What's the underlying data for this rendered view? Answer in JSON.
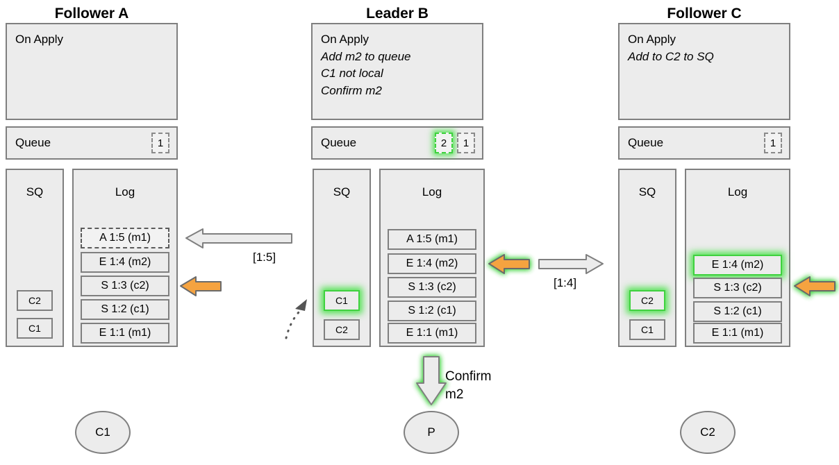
{
  "diagram": {
    "title_note": "Raft-style replication state diagram",
    "columns": [
      {
        "id": "follower-a",
        "title": "Follower A",
        "on_apply": {
          "header": "On Apply",
          "lines": []
        },
        "queue": {
          "label": "Queue",
          "slots": [
            {
              "value": "1",
              "highlight": false,
              "dashed": true
            }
          ]
        },
        "sq": {
          "label": "SQ",
          "items": [
            {
              "value": "C2",
              "highlight": false
            },
            {
              "value": "C1",
              "highlight": false
            }
          ]
        },
        "log": {
          "label": "Log",
          "entries": [
            {
              "value": "A 1:5 (m1)",
              "dashed": true,
              "highlight": false
            },
            {
              "value": "E 1:4 (m2)",
              "dashed": false,
              "highlight": false
            },
            {
              "value": "S 1:3 (c2)",
              "dashed": false,
              "highlight": false
            },
            {
              "value": "S 1:2 (c1)",
              "dashed": false,
              "highlight": false
            },
            {
              "value": "E 1:1 (m1)",
              "dashed": false,
              "highlight": false
            }
          ]
        },
        "client": "C1"
      },
      {
        "id": "leader-b",
        "title": "Leader B",
        "on_apply": {
          "header": "On Apply",
          "lines": [
            "Add m2 to queue",
            "C1 not local",
            "Confirm m2"
          ]
        },
        "queue": {
          "label": "Queue",
          "slots": [
            {
              "value": "2",
              "highlight": true,
              "dashed": true
            },
            {
              "value": "1",
              "highlight": false,
              "dashed": true
            }
          ]
        },
        "sq": {
          "label": "SQ",
          "items": [
            {
              "value": "C1",
              "highlight": true
            },
            {
              "value": "C2",
              "highlight": false
            }
          ]
        },
        "log": {
          "label": "Log",
          "entries": [
            {
              "value": "A 1:5 (m1)",
              "dashed": false,
              "highlight": false
            },
            {
              "value": "E 1:4 (m2)",
              "dashed": false,
              "highlight": false
            },
            {
              "value": "S 1:3 (c2)",
              "dashed": false,
              "highlight": false
            },
            {
              "value": "S 1:2 (c1)",
              "dashed": false,
              "highlight": false
            },
            {
              "value": "E 1:1 (m1)",
              "dashed": false,
              "highlight": false
            }
          ]
        },
        "client": "P"
      },
      {
        "id": "follower-c",
        "title": "Follower C",
        "on_apply": {
          "header": "On Apply",
          "lines": [
            "Add to C2 to SQ"
          ]
        },
        "queue": {
          "label": "Queue",
          "slots": [
            {
              "value": "1",
              "highlight": false,
              "dashed": true
            }
          ]
        },
        "sq": {
          "label": "SQ",
          "items": [
            {
              "value": "C2",
              "highlight": true
            },
            {
              "value": "C1",
              "highlight": false
            }
          ]
        },
        "log": {
          "label": "Log",
          "entries": [
            {
              "value": "E 1:4 (m2)",
              "dashed": false,
              "highlight": true
            },
            {
              "value": "S 1:3 (c2)",
              "dashed": false,
              "highlight": false
            },
            {
              "value": "S 1:2 (c1)",
              "dashed": false,
              "highlight": false
            },
            {
              "value": "E 1:1 (m1)",
              "dashed": false,
              "highlight": false
            }
          ]
        },
        "client": "C2"
      }
    ],
    "arrow_labels": {
      "ba_range": "[1:5]",
      "bc_range": "[1:4]",
      "confirm_line1": "Confirm",
      "confirm_line2": "m2"
    },
    "colors": {
      "panel_fill": "#ececec",
      "panel_border": "#7f7f7f",
      "orange_arrow": "#f5a340",
      "orange_arrow_border": "#6b6b6b",
      "highlight_green": "#3fd13f",
      "outline_arrow_fill": "#ececec",
      "text": "#000000"
    }
  }
}
